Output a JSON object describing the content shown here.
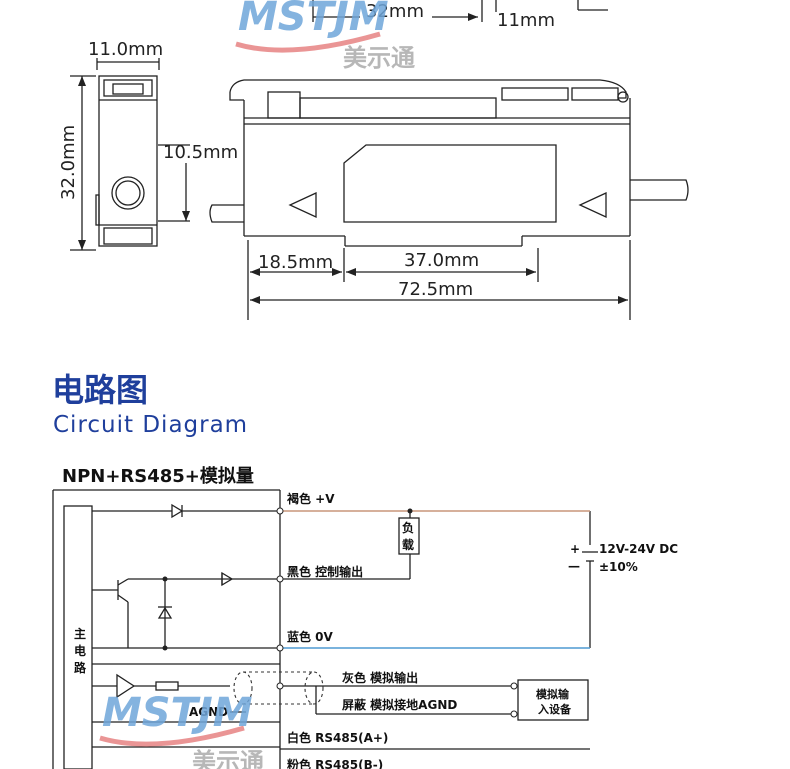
{
  "dimensions": {
    "top_left": "32mm",
    "top_right": "11mm",
    "width": "11.0mm",
    "height": "32.0mm",
    "hole": "10.5mm",
    "left_offset": "18.5mm",
    "rail": "37.0mm",
    "total_length": "72.5mm"
  },
  "section": {
    "title_cn": "电路图",
    "title_en": "Circuit Diagram",
    "subtitle": "NPN+RS485+模拟量"
  },
  "circuit": {
    "main_circuit": [
      "主",
      "电",
      "路"
    ],
    "wires": {
      "brown": "褐色 +V",
      "black": "黑色 控制输出",
      "blue": "蓝色 0V",
      "gray": "灰色  模拟输出",
      "shield": "屏蔽  模拟接地AGND",
      "white": "白色 RS485(A+)",
      "pink": "粉色 RS485(B-)"
    },
    "load": [
      "负",
      "载"
    ],
    "power_plus": "+",
    "power_minus": "—",
    "power_voltage": "12V-24V DC",
    "power_tolerance": "±10%",
    "agnd": "AGND",
    "analog_device": [
      "模拟输",
      "入设备"
    ]
  },
  "watermark": {
    "logo": "MSTJM",
    "brand": "美示通"
  },
  "colors": {
    "title": "#1f3f9c",
    "brown_wire": "#c8967a",
    "blue_wire": "#4f9ad2",
    "watermark_blue": "#6fa6da",
    "watermark_red": "#e57a7a"
  }
}
